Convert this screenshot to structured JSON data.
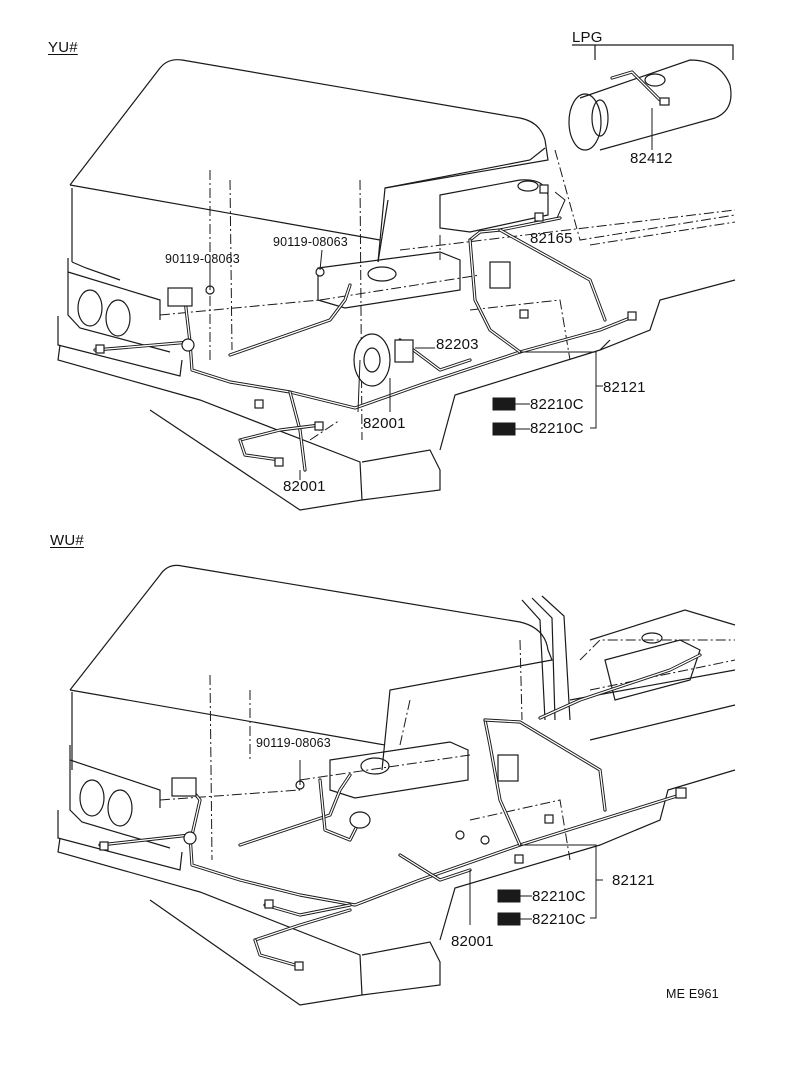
{
  "sections": {
    "top": {
      "title": "YU#"
    },
    "bottom": {
      "title": "WU#"
    }
  },
  "lpg": {
    "label": "LPG"
  },
  "parts_top": {
    "p82412": "82412",
    "p82165": "82165",
    "p90119_left": "90119-08063",
    "p90119_mid": "90119-08063",
    "p82203": "82203",
    "p82001_a": "82001",
    "p82001_b": "82001",
    "p82210c_a": "82210C",
    "p82210c_b": "82210C",
    "p82121": "82121"
  },
  "parts_bottom": {
    "p90119": "90119-08063",
    "p82121": "82121",
    "p82210c_a": "82210C",
    "p82210c_b": "82210C",
    "p82001": "82001"
  },
  "code": "ME E961"
}
